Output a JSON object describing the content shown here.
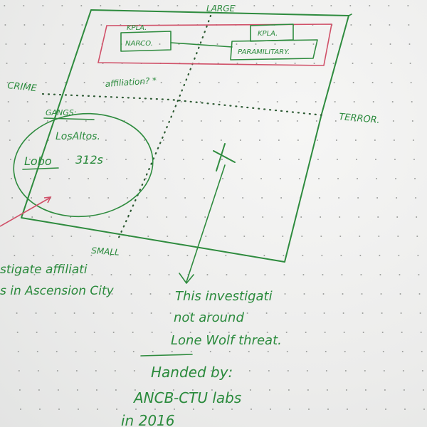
{
  "labels": {
    "top": "LARGE",
    "bottom": "SMALL",
    "left": "CRIME",
    "right": "TERROR."
  },
  "top_group": {
    "left_box": [
      "KPLA.",
      "NARCO."
    ],
    "right_box": [
      "KPLA.",
      "PARAMILITARY."
    ]
  },
  "affiliation_note": "affiliation? *",
  "gangs": {
    "heading": "GANGS:",
    "items": [
      "LosAltos.",
      "Lobo",
      "312s"
    ]
  },
  "cross_mark": "X",
  "left_margin_notes": [
    "stigate affiliati",
    "s in Ascension City"
  ],
  "conclusion_lines": [
    "This investigati",
    "not around",
    "Lone Wolf threat."
  ],
  "handed_lines": [
    "Handed by:",
    "ANCB-CTU labs",
    "in 2016"
  ],
  "colors": {
    "ink": "#2e8b3e",
    "red_box": "#d05068",
    "paper": "#ecedec"
  }
}
